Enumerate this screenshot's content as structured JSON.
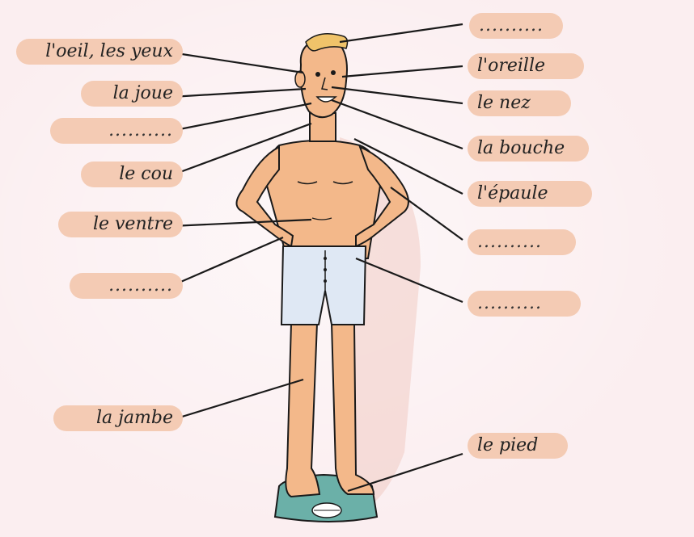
{
  "labels": {
    "hair": "..........",
    "eye": "l'oeil, les yeux",
    "ear": "l'oreille",
    "cheek": "la joue",
    "nose": "le nez",
    "chin": "..........",
    "mouth": "la bouche",
    "neck": "le cou",
    "shoulder": "l'épaule",
    "belly": "le ventre",
    "arm": "..........",
    "hand": "..........",
    "hip": "..........",
    "leg": "la jambe",
    "foot": "le pied"
  },
  "colors": {
    "label_highlight": "#f4cbb4",
    "skin": "#f3b88a",
    "shorts": "#dfe8f4",
    "scale": "#6bb0a8",
    "hair": "#f0c36a",
    "line": "#1a1a1a"
  }
}
